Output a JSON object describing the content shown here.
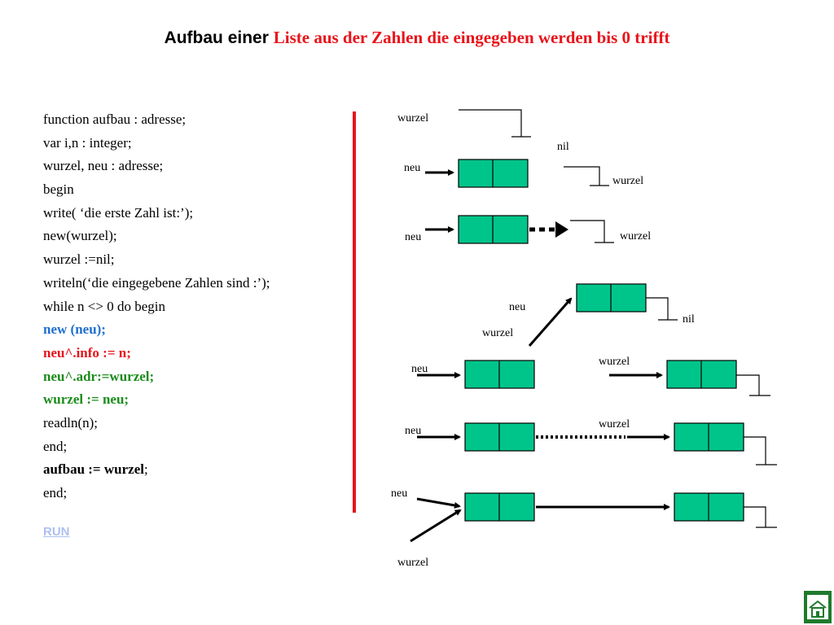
{
  "title": {
    "part1": "Aufbau einer ",
    "part2": "Liste aus der Zahlen die eingegeben werden bis 0 trifft"
  },
  "code": {
    "lines": [
      "function aufbau : adresse;",
      "var i,n : integer;",
      "wurzel, neu : adresse;",
      "begin",
      "write( ‘die erste Zahl ist:’);",
      "new(wurzel);",
      "wurzel :=nil;",
      "writeln(‘die eingegebene Zahlen sind :’);",
      "while n <> 0 do begin",
      "new (neu);",
      "neu^.info := n;",
      "neu^.adr:=wurzel;",
      "wurzel := neu;",
      "readln(n);",
      "end;",
      "aufbau := wurzel",
      ";",
      "end;"
    ]
  },
  "run_link": "RUN",
  "diagram": {
    "labels": {
      "wurzel_1": "wurzel",
      "nil_1": "nil",
      "neu_1": "neu",
      "wurzel_2": "wurzel",
      "neu_2": "neu",
      "wurzel_3": "wurzel",
      "neu_3": "neu",
      "nil_2": "nil",
      "wurzel_4": "wurzel",
      "neu_4": "neu",
      "wurzel_5": "wurzel",
      "neu_5": "neu",
      "wurzel_6": "wurzel",
      "neu_6": "neu",
      "wurzel_7": "wurzel"
    }
  },
  "colors": {
    "node_fill": "#00c58a",
    "title_red": "#e8141b",
    "divider": "#e8141b",
    "code_blue": "#1f6fd1",
    "code_green": "#1c8c1c",
    "run_link": "#aebff0",
    "home_button": "#1f7a2c"
  },
  "icons": {
    "home_button": "home-icon"
  }
}
